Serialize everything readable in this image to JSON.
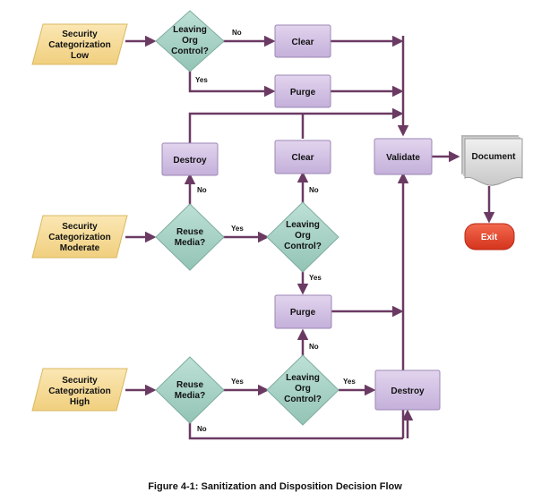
{
  "caption": "Figure 4-1: Sanitization and Disposition Decision Flow",
  "colors": {
    "arrow": "#6b3a63",
    "process_fill": "#d6c5e6",
    "process_stroke": "#9c87b5",
    "decision_fill": "#a9d3c6",
    "decision_stroke": "#7fae9f",
    "input_fill": "#f6dc9a",
    "input_stroke": "#d9b862",
    "document_fill": "#dcdcdc",
    "exit_fill": "#e8452c"
  },
  "nodes": {
    "sec_low": [
      "Security",
      "Categorization",
      "Low"
    ],
    "sec_mod": [
      "Security",
      "Categorization",
      "Moderate"
    ],
    "sec_high": [
      "Security",
      "Categorization",
      "High"
    ],
    "leave_top": [
      "Leaving",
      "Org",
      "Control?"
    ],
    "leave_mid": [
      "Leaving",
      "Org",
      "Control?"
    ],
    "leave_bot": [
      "Leaving",
      "Org",
      "Control?"
    ],
    "reuse_mod": [
      "Reuse",
      "Media?"
    ],
    "reuse_high": [
      "Reuse",
      "Media?"
    ],
    "clear_top": "Clear",
    "purge_top": "Purge",
    "destroy_mid": "Destroy",
    "clear_mid": "Clear",
    "validate": "Validate",
    "purge_mid": "Purge",
    "destroy_bot": "Destroy",
    "document": "Document",
    "exit": "Exit"
  },
  "edge_labels": {
    "yes": "Yes",
    "no": "No"
  }
}
